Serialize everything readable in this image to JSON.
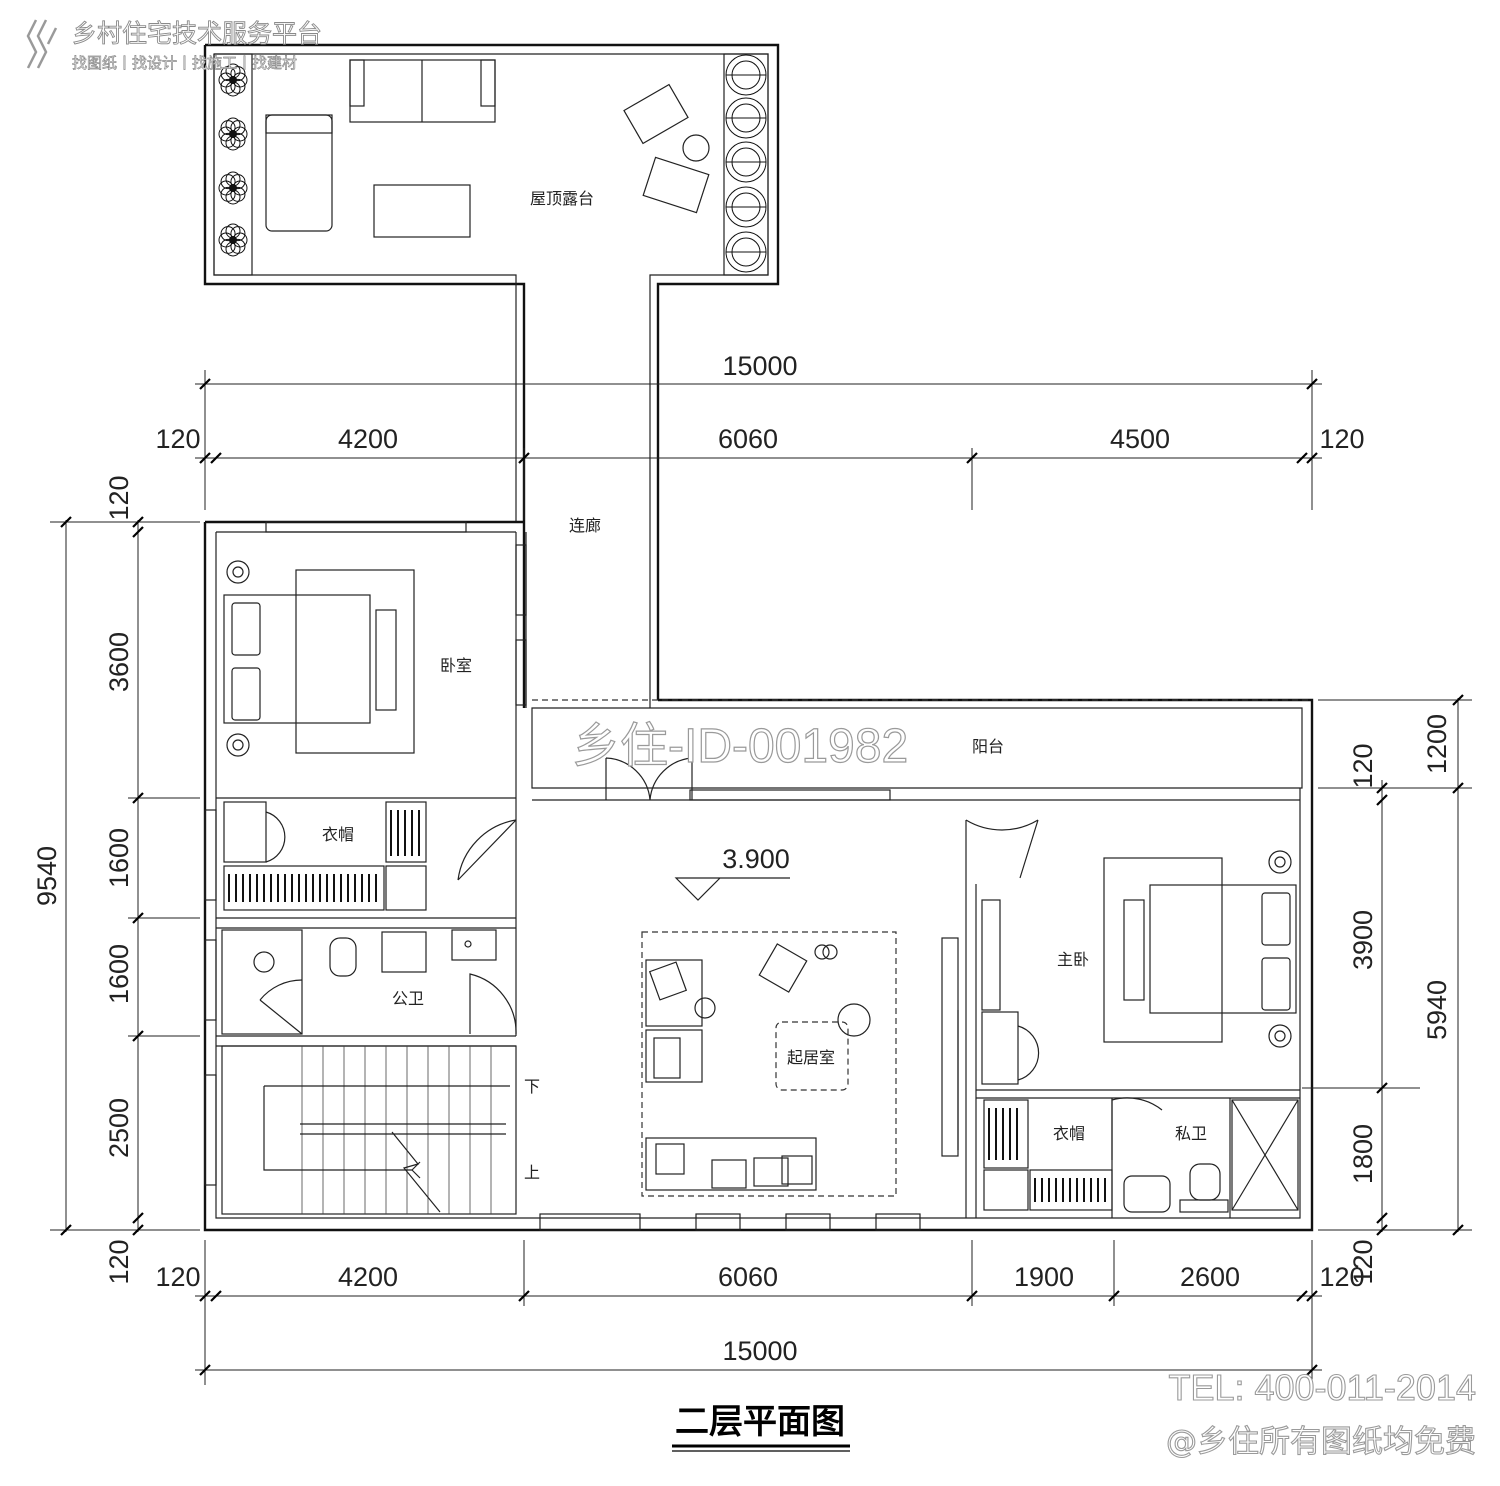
{
  "watermark": {
    "brand": "乡村住宅技术服务平台",
    "tagline": "找图纸丨找设计丨找施工丨找建材",
    "plan_id": "乡住-ID-001982",
    "tel": "TEL: 400-011-2014",
    "note": "@乡住所有图纸均免费"
  },
  "title": "二层平面图",
  "rooms": {
    "roof_terrace": "屋顶露台",
    "corridor": "连廊",
    "bedroom": "卧室",
    "balcony": "阳台",
    "closet_left": "衣帽",
    "public_bath": "公卫",
    "living": "起居室",
    "master": "主卧",
    "closet_right": "衣帽",
    "private_bath": "私卫"
  },
  "stair": {
    "down": "下",
    "up": "上"
  },
  "elevation": "3.900",
  "dimensions": {
    "top_total": "15000",
    "top": [
      "120",
      "4200",
      "6060",
      "4500",
      "120"
    ],
    "bottom": [
      "120",
      "4200",
      "6060",
      "1900",
      "2600",
      "120"
    ],
    "bottom_total": "15000",
    "left_total": "9540",
    "left": [
      "120",
      "3600",
      "1600",
      "1600",
      "2500",
      "120"
    ],
    "right_outer": [
      "1200",
      "5940"
    ],
    "right_inner": [
      "120",
      "3900",
      "1800",
      "120"
    ]
  }
}
